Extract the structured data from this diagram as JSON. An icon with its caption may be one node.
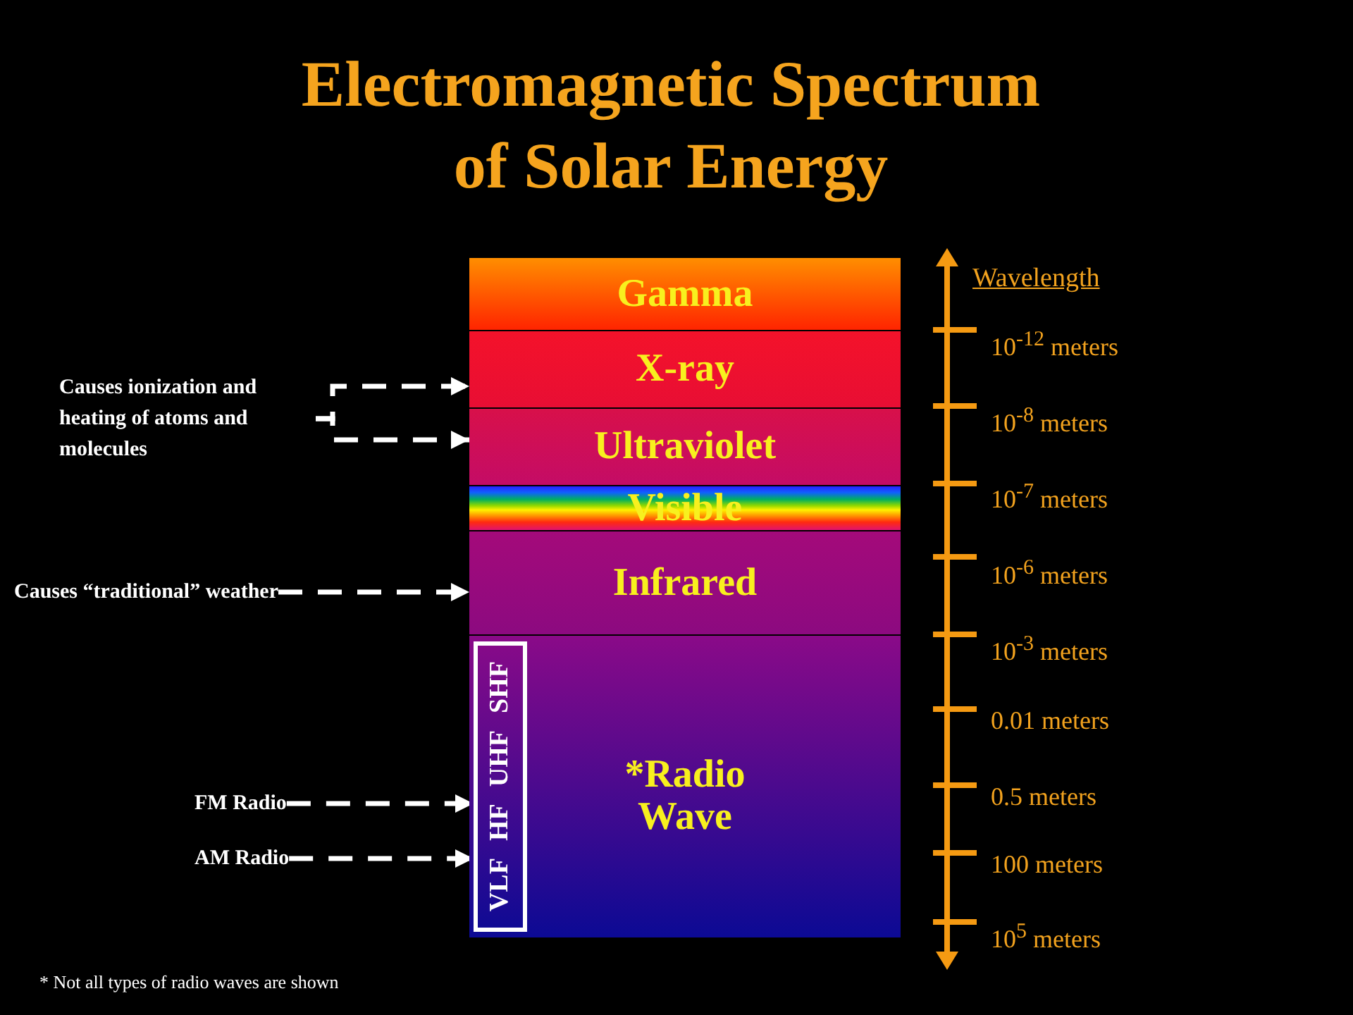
{
  "diagram": {
    "title": "Electromagnetic Spectrum of Solar Energy",
    "nodes": [
      {
        "text": [
          "Gamma"
        ]
      },
      {
        "text": [
          "X-ray"
        ]
      },
      {
        "text": [
          "Ultraviolet"
        ]
      },
      {
        "text": [
          "Visible"
        ]
      },
      {
        "text": [
          "Infrared"
        ]
      },
      {
        "text": [
          "*Radio Wave"
        ]
      },
      {
        "text": [
          "VLF HF UHF SHF"
        ],
        "in": 5
      },
      {
        "text": [
          "Causes ionization and heating of atoms and molecules"
        ]
      },
      {
        "text": [
          "Causes “traditional” weather"
        ]
      },
      {
        "text": [
          "FM Radio"
        ]
      },
      {
        "text": [
          "AM Radio"
        ]
      }
    ],
    "edges": [
      {
        "from": 7,
        "to": 1,
        "arrow": "to",
        "style": "dashed"
      },
      {
        "from": 7,
        "to": 2,
        "arrow": "to",
        "style": "dashed"
      },
      {
        "from": 8,
        "to": 4,
        "arrow": "to",
        "style": "dashed"
      },
      {
        "from": 9,
        "to": 6,
        "arrow": "to",
        "style": "dashed"
      },
      {
        "from": 10,
        "to": 6,
        "arrow": "to",
        "style": "dashed"
      }
    ],
    "labels": [
      "Wavelength",
      "10$^{-12}$ meters",
      "10$^{-8}$ meters",
      "10$^{-7}$ meters",
      "10$^{-6}$ meters",
      "10$^{-3}$ meters",
      "0.01 meters",
      "0.5 meters",
      "100 meters",
      "10$^{5}$ meters",
      "* Not all types of radio waves are shown"
    ]
  }
}
